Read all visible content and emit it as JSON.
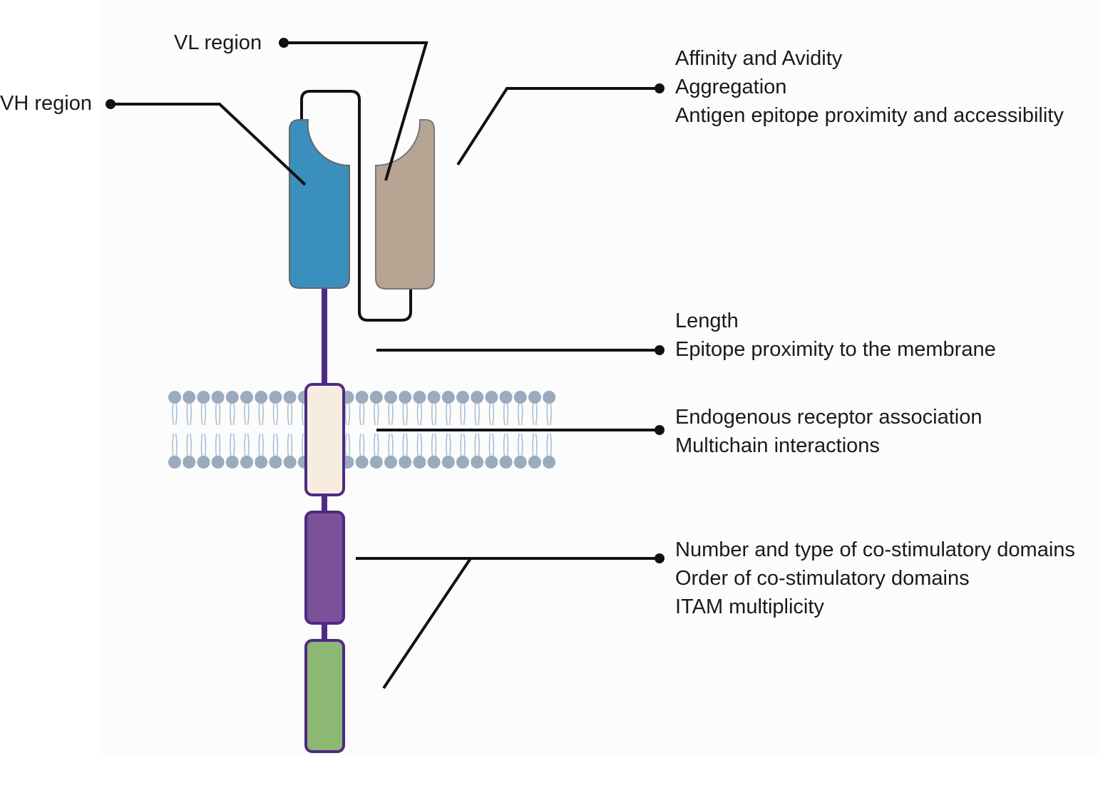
{
  "labels": {
    "vl_region": "VL region",
    "vh_region": "VH region",
    "binding": [
      "Affinity and Avidity",
      "Aggregation",
      "Antigen epitope proximity and accessibility"
    ],
    "hinge": [
      "Length",
      "Epitope proximity to the membrane"
    ],
    "transmembrane": [
      "Endogenous receptor association",
      "Multichain interactions"
    ],
    "signaling": [
      "Number and type of co-stimulatory domains",
      "Order of co-stimulatory domains",
      "ITAM multiplicity"
    ]
  },
  "colors": {
    "vh_domain": "#3a8fbd",
    "vl_domain": "#b7a594",
    "hinge": "#4e2a84",
    "transmembrane_fill": "#f6ede0",
    "costim_domain": "#7b5299",
    "signaling_domain": "#8bb872",
    "lipid_head": "#9aabbe",
    "lipid_tail": "#aabfd6",
    "leader_line": "#111111"
  }
}
